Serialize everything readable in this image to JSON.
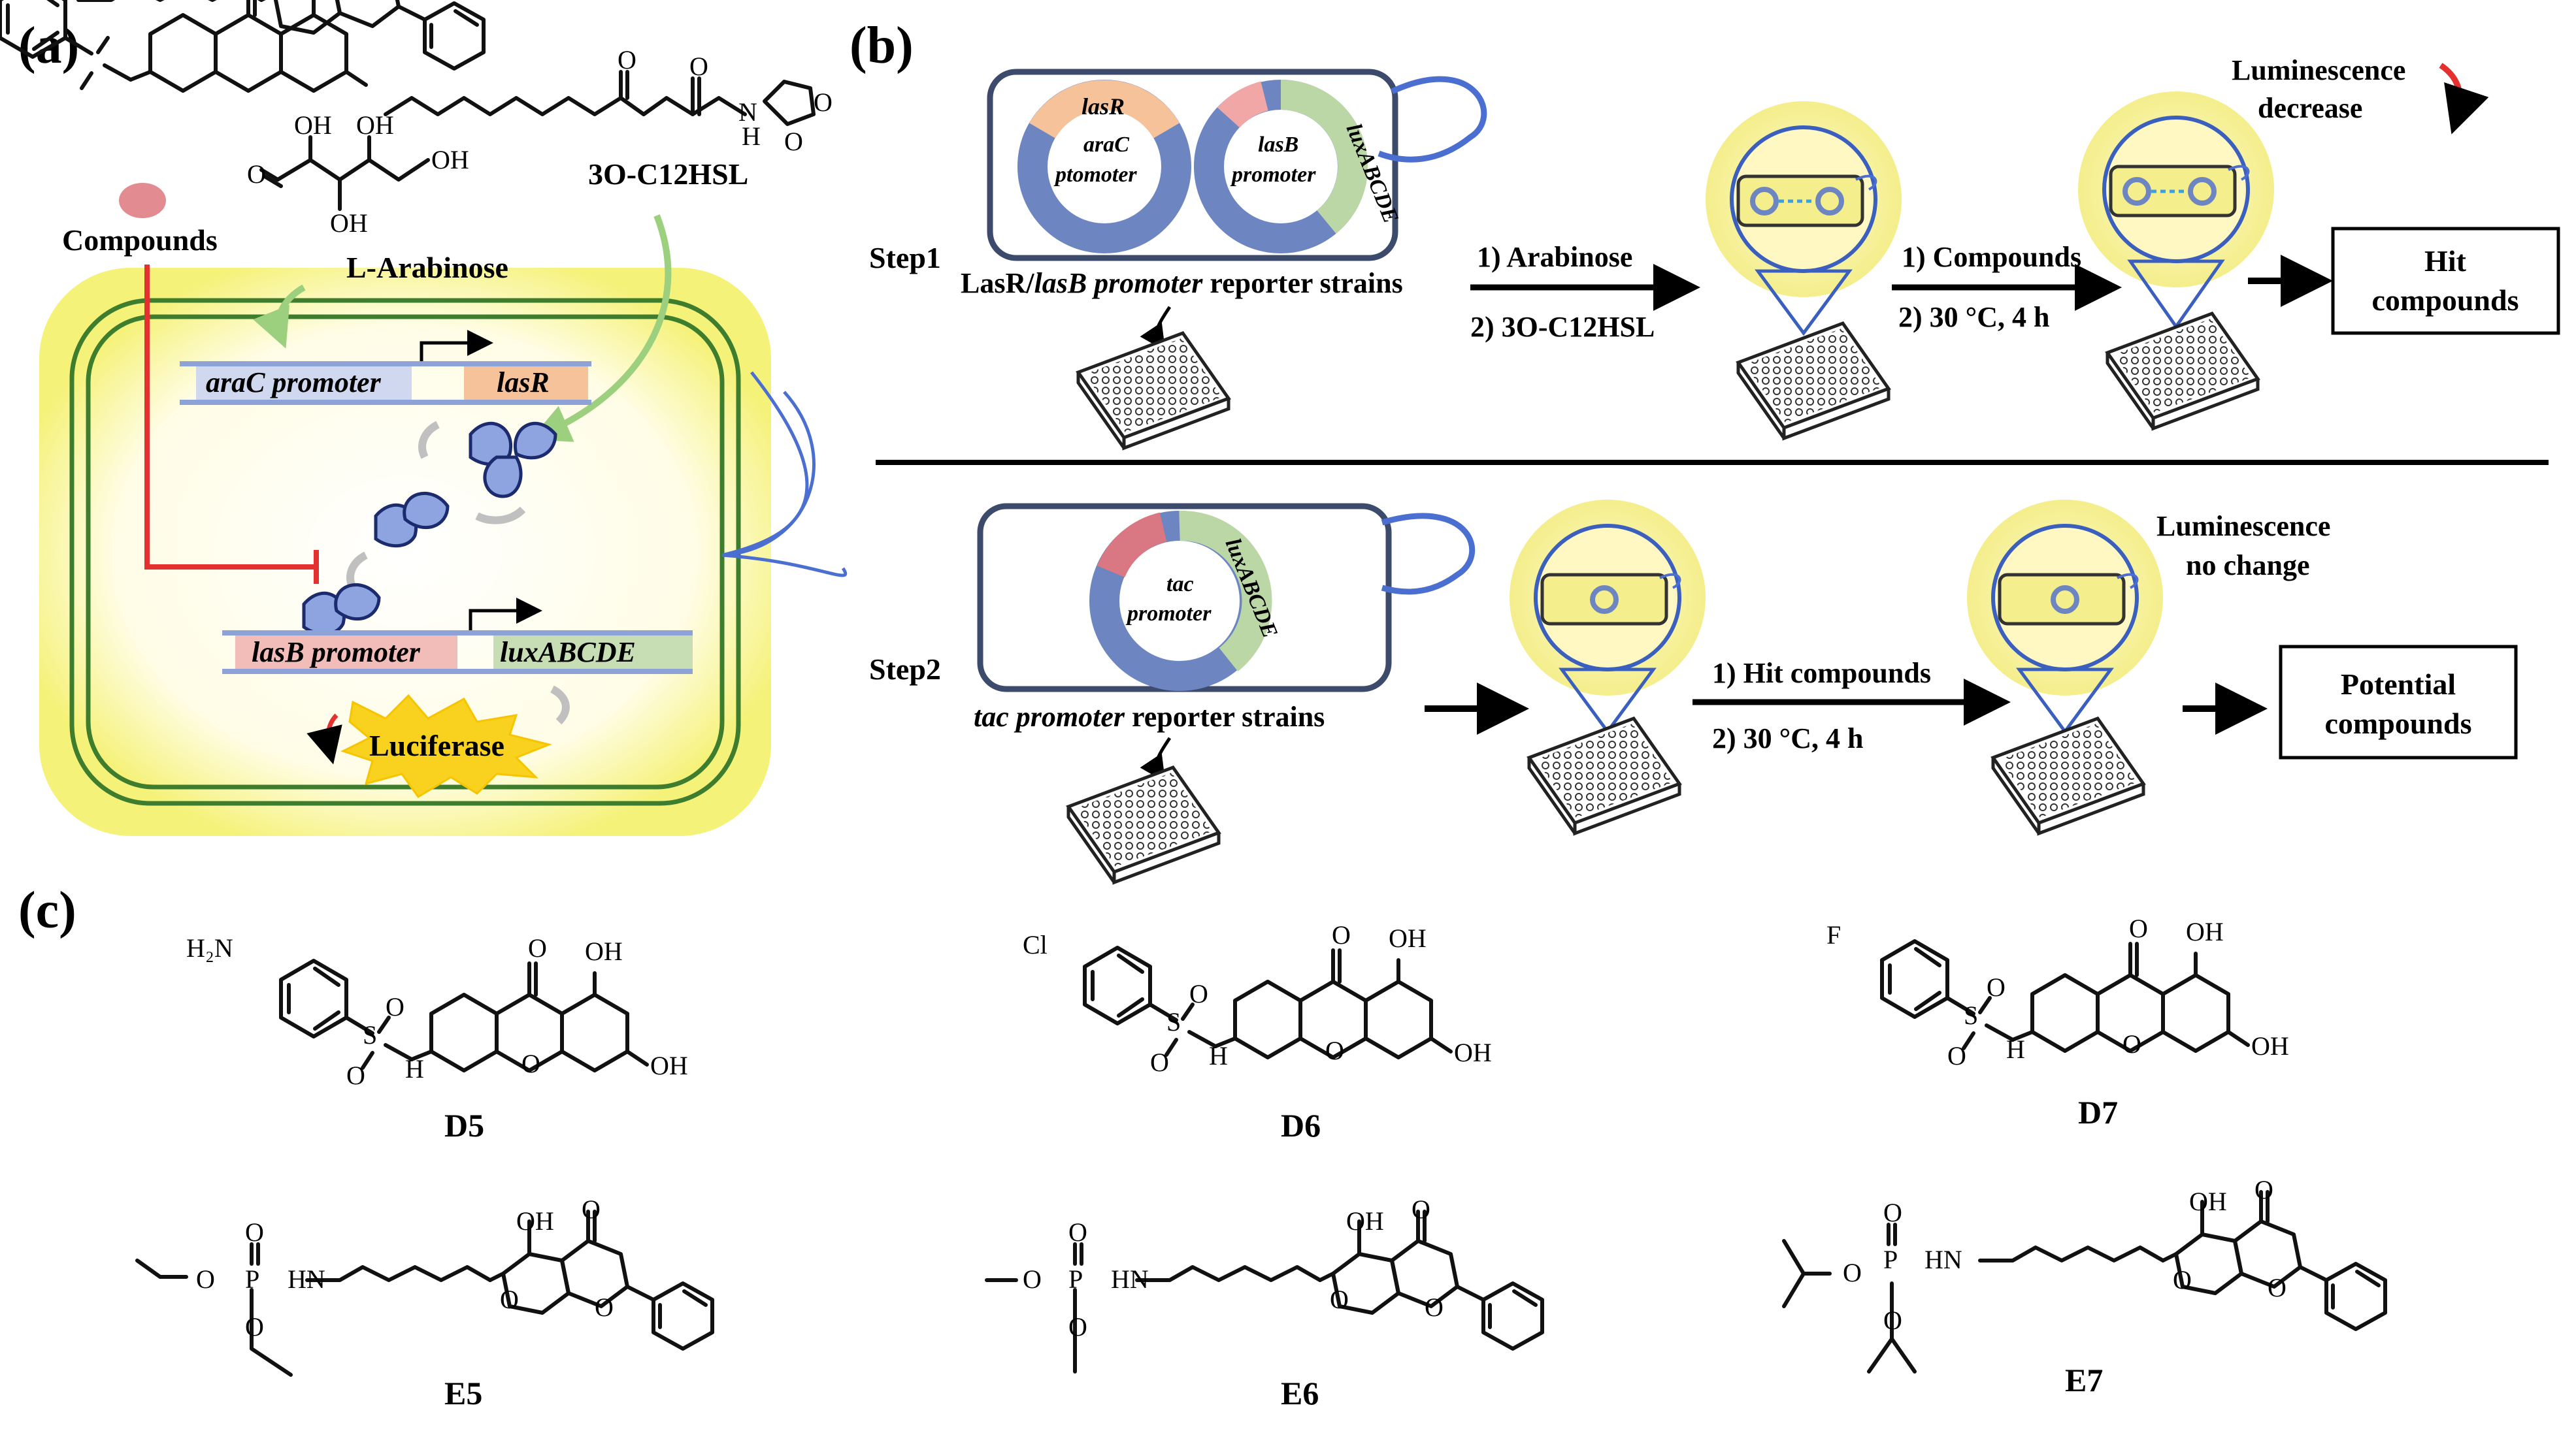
{
  "panels": {
    "a": "(a)",
    "b": "(b)",
    "c": "(c)"
  },
  "panel_a": {
    "compounds": "Compounds",
    "arabinose": "L-Arabinose",
    "ahl": "3O-C12HSL",
    "araC_promoter": "araC  promoter",
    "lasR": "lasR",
    "lasB_promoter": "lasB  promoter",
    "luxABCDE": "luxABCDE",
    "luciferase": "Luciferase",
    "atoms": {
      "oh": "OH",
      "o": "O",
      "n_h": "H",
      "n": "N"
    }
  },
  "panel_b": {
    "step1": "Step1",
    "step2": "Step2",
    "plasmid1": {
      "lasR": "lasR",
      "araC": "araC",
      "ptomoter": "ptomoter",
      "lasB": "lasB",
      "promoter": "promoter",
      "lux": "luxABCDE"
    },
    "strain1_a": "LasR/",
    "strain1_b": "lasB promoter",
    "strain1_c": " reporter strains",
    "arrow1_line1": "1) Arabinose",
    "arrow1_line2": "2) 3O-C12HSL",
    "arrow2_line1": "1) Compounds",
    "arrow2_line2": "2) 30 °C, 4 h",
    "lum_decrease_1": "Luminescence",
    "lum_decrease_2": "decrease",
    "hit_1": "Hit",
    "hit_2": "compounds",
    "plasmid2": {
      "tac": "tac",
      "promoter": "promoter",
      "lux": "luxABCDE"
    },
    "strain2_a": "tac promoter",
    "strain2_b": " reporter strains",
    "arrow3_line1": "1) Hit compounds",
    "arrow3_line2": "2) 30 °C, 4 h",
    "lum_nochange_1": "Luminescence",
    "lum_nochange_2": "no change",
    "potential_1": "Potential",
    "potential_2": "compounds"
  },
  "panel_c": {
    "labels": [
      "D5",
      "D6",
      "D7",
      "E5",
      "E6",
      "E7"
    ],
    "substituents": {
      "d5": "H₂N",
      "d6": "Cl",
      "d7": "F"
    },
    "atoms": {
      "oh": "OH",
      "o": "O",
      "s": "S",
      "h": "H",
      "p": "P",
      "hn": "HN"
    }
  },
  "colors": {
    "plasmid_blue": "#6d86c2",
    "plasmid_green": "#bcd7a6",
    "plasmid_orange": "#f6c29a",
    "plasmid_pink": "#f2a7a7",
    "membrane_green": "#3f7d2e",
    "glow_yellow": "#f7f59a",
    "inhibit_red": "#e53030",
    "arrow_green": "#9ccf7e"
  }
}
